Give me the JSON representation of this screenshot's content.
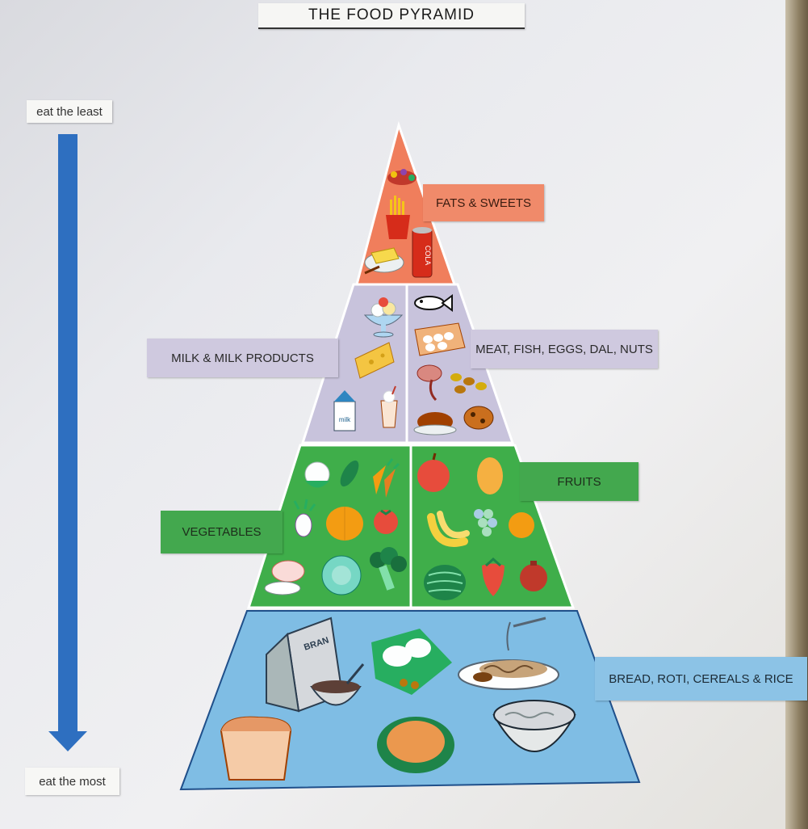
{
  "title": "THE FOOD PYRAMID",
  "scale": {
    "top_label": "eat the least",
    "bottom_label": "eat the most"
  },
  "tiers": {
    "fats": {
      "label": "FATS & SWEETS",
      "can_text": "COLA"
    },
    "milk": {
      "label": "MILK & MILK PRODUCTS",
      "carton_text": "milk"
    },
    "meat": {
      "label": "MEAT, FISH, EGGS, DAL, NUTS"
    },
    "fruits": {
      "label": "FRUITS"
    },
    "vegetables": {
      "label": "VEGETABLES"
    },
    "grains": {
      "label": "BREAD, ROTI, CEREALS & RICE",
      "box_text": "BRAN"
    }
  },
  "colors": {
    "fats_tier": "#f07e5c",
    "milk_tier": "#c8c3dc",
    "veg_fruit_tier": "#3fae4a",
    "grain_tier": "#7fbde4",
    "arrow": "#2e6fc0"
  },
  "icons": [
    "sweets-icon",
    "fries-icon",
    "cola-can-icon",
    "butter-icon",
    "ice-cream-icon",
    "cheese-icon",
    "milk-carton-icon",
    "milkshake-icon",
    "fish-icon",
    "eggs-icon",
    "meat-icon",
    "nuts-icon",
    "chicken-icon",
    "cookie-icon",
    "cauliflower-icon",
    "peas-icon",
    "carrot-icon",
    "radish-icon",
    "pumpkin-icon",
    "tomato-icon",
    "onion-icon",
    "cabbage-icon",
    "broccoli-icon",
    "apple-icon",
    "mango-icon",
    "banana-icon",
    "grapes-icon",
    "orange-icon",
    "watermelon-icon",
    "strawberry-icon",
    "pomegranate-icon",
    "cereal-box-icon",
    "cereal-bowl-icon",
    "idli-plate-icon",
    "noodles-plate-icon",
    "bread-icon",
    "roti-plate-icon",
    "rice-bowl-icon"
  ]
}
